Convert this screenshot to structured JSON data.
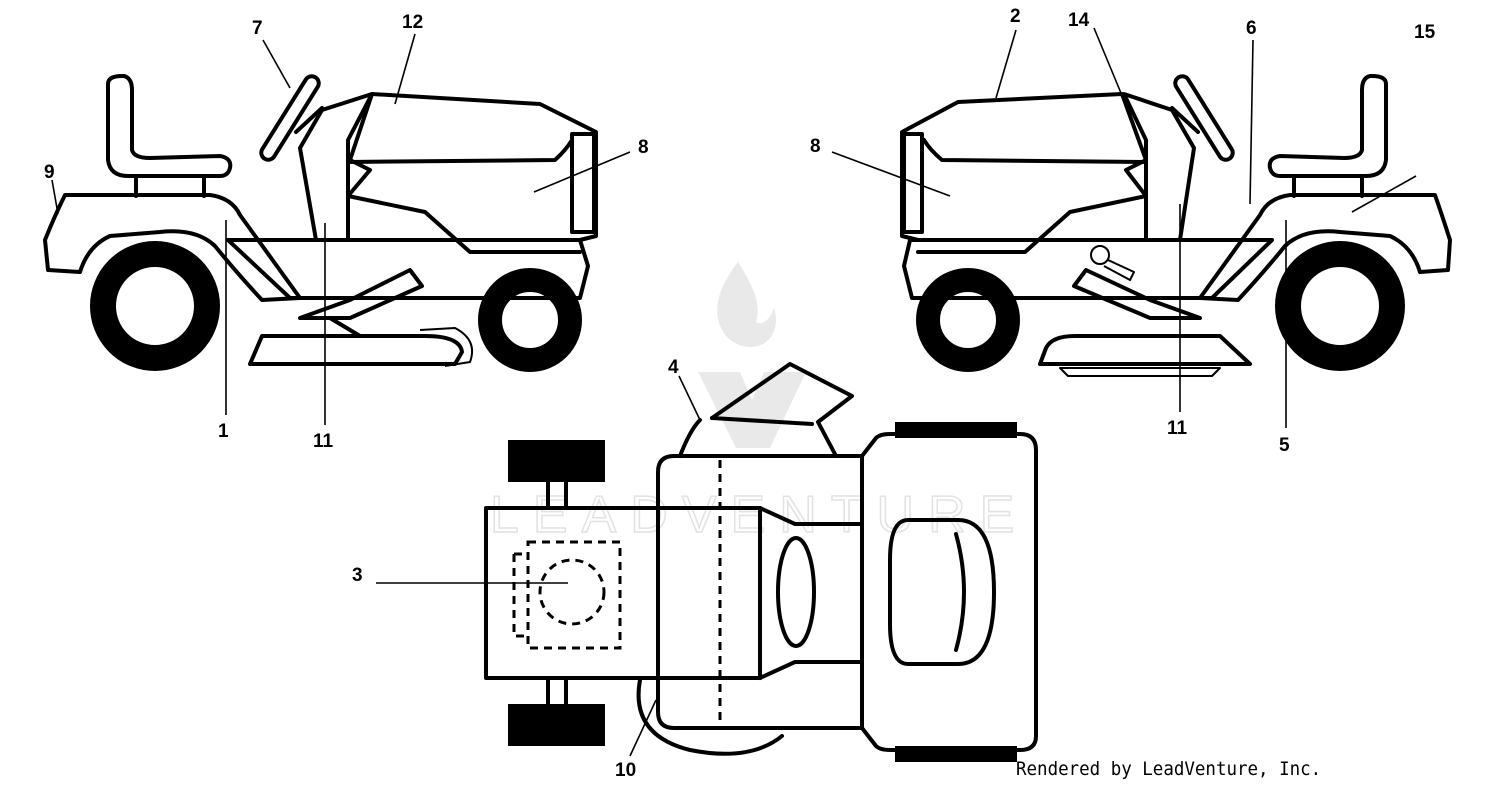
{
  "views": {
    "left_side": {
      "callouts": [
        "7",
        "12",
        "8",
        "9",
        "1",
        "11"
      ]
    },
    "right_side": {
      "callouts": [
        "2",
        "14",
        "6",
        "15",
        "8",
        "11",
        "5"
      ]
    },
    "top_view": {
      "callouts": [
        "4",
        "3",
        "10"
      ]
    }
  },
  "watermark": {
    "brand": "LEADVENTURE"
  },
  "credit": "Rendered by LeadVenture, Inc.",
  "colors": {
    "line": "#000000",
    "background": "#ffffff",
    "watermark": "#e6e6e6"
  }
}
